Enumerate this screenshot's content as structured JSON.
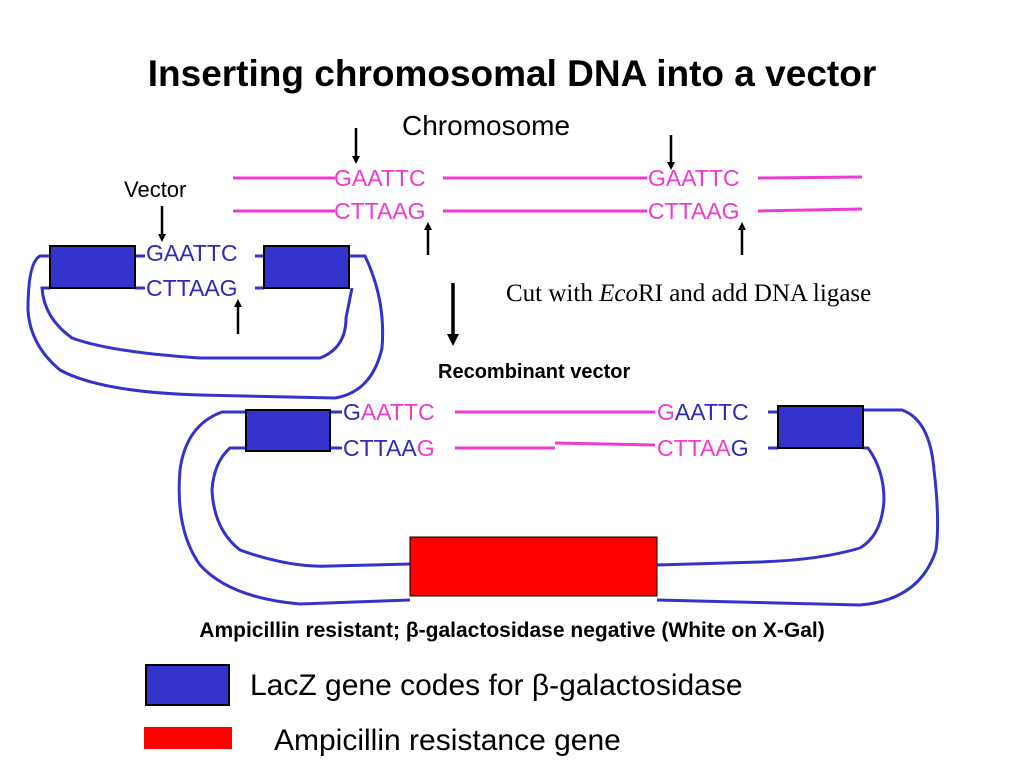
{
  "title": "Inserting chromosomal DNA into a vector",
  "chromosome_label": "Chromosome",
  "vector_label": "Vector",
  "cut_text": {
    "prefix": "Cut with ",
    "italic": "Eco",
    "suffix": "RI and add DNA ligase"
  },
  "recombinant_label": "Recombinant vector",
  "chromosome_sites": [
    {
      "top": "GAATTC",
      "bottom": "CTTAAG"
    },
    {
      "top": "GAATTC",
      "bottom": "CTTAAG"
    }
  ],
  "vector_site": {
    "top": "GAATTC",
    "bottom": "CTTAAG"
  },
  "recombinant_sites": [
    {
      "top_g": "G",
      "top_rest": "AATTC",
      "bottom_rest": "CTTAA",
      "bottom_g": "G"
    },
    {
      "top_g": "G",
      "top_rest": "AATTC",
      "bottom_rest": "CTTAA",
      "bottom_g": "G"
    }
  ],
  "result_caption": "Ampicillin resistant; β-galactosidase negative (White on X-Gal)",
  "legend": [
    {
      "label": "LacZ gene codes for β-galactosidase",
      "color": "#3333cc"
    },
    {
      "label": "Ampicillin resistance gene",
      "color": "#ff0000"
    }
  ],
  "colors": {
    "chromosome_dna": "#ee3ad0",
    "vector_dna": "#3333cc",
    "lacz": "#3333cc",
    "amp": "#ff0000"
  }
}
